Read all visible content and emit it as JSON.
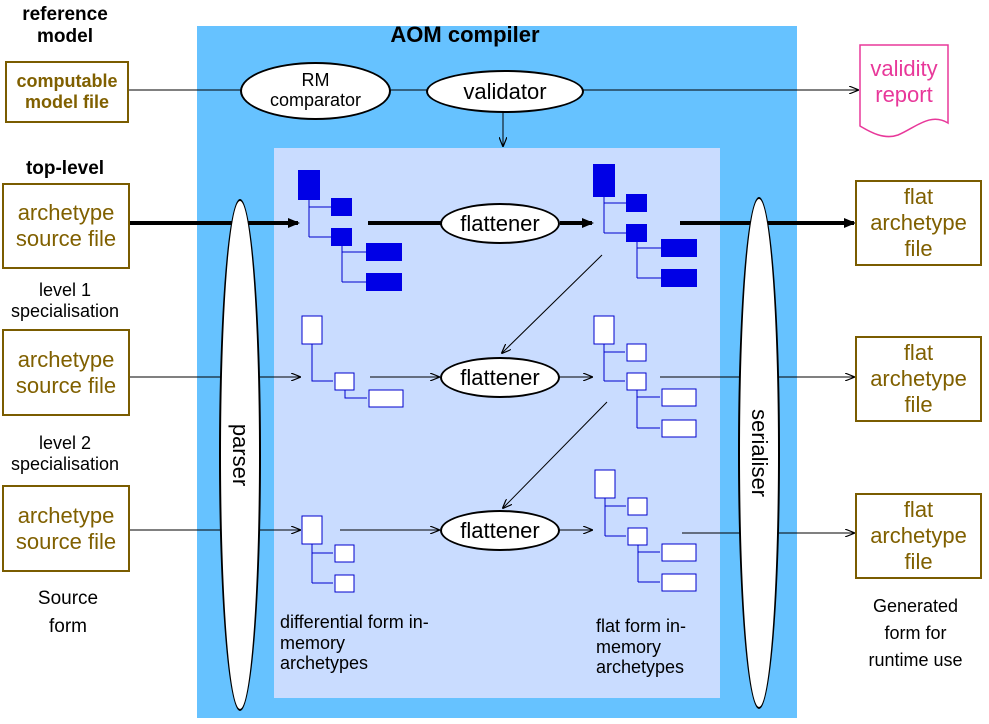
{
  "left_labels": {
    "reference_model": "reference model",
    "top_level": "top-level",
    "level1": "level 1 specialisation",
    "level2": "level 2 specialisation",
    "source_form": "Source form"
  },
  "boxes": {
    "computable_model": "computable model file",
    "archetype_source": "archetype source file",
    "flat_archetype": "flat archetype file"
  },
  "compiler": {
    "title": "AOM compiler",
    "rm_comparator": "RM comparator",
    "validator": "validator",
    "parser": "parser",
    "serialiser": "serialiser",
    "flattener": "flattener",
    "differential_caption": "differential form in-memory archetypes",
    "flat_caption": "flat form in-memory archetypes"
  },
  "validity_report": "validity report",
  "generated_caption": "Generated form for runtime use",
  "colors": {
    "outer_panel": "#66c2ff",
    "inner_panel": "#c9dcff",
    "box_border": "#7a5c00",
    "box_text": "#806000",
    "report": "#e8389a",
    "node_blue": "#0000e6",
    "node_outline": "#0000cc"
  }
}
